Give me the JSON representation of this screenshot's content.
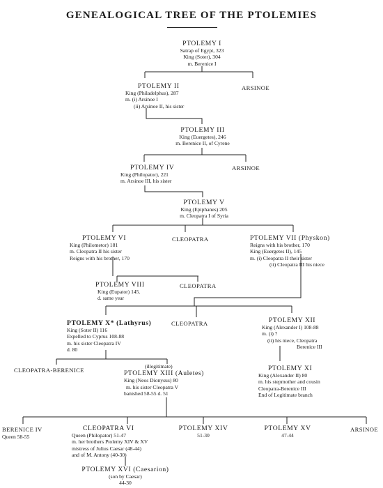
{
  "title": "GENEALOGICAL TREE OF THE PTOLEMIES",
  "nodes": {
    "ptolemy1": {
      "name": "PTOLEMY I",
      "lines": [
        "Satrap of Egypt, 323",
        "King (Soter), 304",
        "m. Berenice I"
      ]
    },
    "arsinoe1": {
      "name": "ARSINOE"
    },
    "ptolemy2": {
      "name": "PTOLEMY II",
      "lines": [
        "King (Philadelphus), 287",
        "m. (i) Arsinoe I",
        "(ii) Arsinoe II, his sister"
      ]
    },
    "ptolemy3": {
      "name": "PTOLEMY III",
      "lines": [
        "King (Euergetes), 246",
        "m. Berenice II, of Cyrene"
      ]
    },
    "ptolemy4": {
      "name": "PTOLEMY IV",
      "lines": [
        "King (Philopator), 221",
        "m. Arsinoe III, his sister"
      ]
    },
    "arsinoe2": {
      "name": "ARSINOE"
    },
    "ptolemy5": {
      "name": "PTOLEMY V",
      "lines": [
        "King (Epiphanes) 205",
        "m. Cleopatra I of Syria"
      ]
    },
    "ptolemy6": {
      "name": "PTOLEMY VI",
      "lines": [
        "King (Philometor) 181",
        "m. Cleopatra II his sister",
        "Reigns with his brother, 170"
      ]
    },
    "cleopatra1": {
      "name": "CLEOPATRA"
    },
    "ptolemy7": {
      "name": "PTOLEMY VII (Physkon)",
      "lines": [
        "Reigns with his brother, 170",
        "King (Euergetes II), 145",
        "m. (i) Cleopatra II their sister",
        "(ii) Cleopatra III his niece"
      ]
    },
    "ptolemy8": {
      "name": "PTOLEMY VIII",
      "lines": [
        "King (Eupator) 145.",
        "d. same year"
      ]
    },
    "cleopatra2": {
      "name": "CLEOPATRA"
    },
    "ptolemy10": {
      "name": "PTOLEMY X* (Lathyrus)",
      "lines": [
        "King (Soter II) 116",
        "Expelled to Cyprus 108-88",
        "m. his sister Cleopatra IV",
        "d. 80"
      ]
    },
    "cleopatra3": {
      "name": "CLEOPATRA"
    },
    "ptolemy12": {
      "name": "PTOLEMY XII",
      "lines": [
        "King (Alexander I) 108-88",
        "m. (i) ?",
        "(ii) his niece, Cleopatra",
        "Berenice III"
      ]
    },
    "cleoberenice": {
      "name": "CLEOPATRA-BERENICE"
    },
    "ptolemy13": {
      "pre": "(illegitimate)",
      "name": "PTOLEMY XIII (Auletes)",
      "lines": [
        "King (Neos Dionysus) 80",
        "m. his sister Cleopatra V",
        "banished 58-55 d. 51"
      ]
    },
    "ptolemy11": {
      "name": "PTOLEMY XI",
      "lines": [
        "King (Alexander II) 80",
        "m. his stepmother and cousin",
        "Cleopatra-Berenice III",
        "End of Legitimate branch"
      ]
    },
    "berenice4": {
      "name": "BERENICE IV",
      "lines": [
        "Queen 58-55"
      ]
    },
    "cleopatra6": {
      "name": "CLEOPATRA VI",
      "lines": [
        "Queen (Philopator) 51-47",
        "m. her brothers Ptolemy XIV & XV",
        "mistress of Julius Caesar (48-44)",
        "and of M. Antony (40-30)"
      ]
    },
    "ptolemy14": {
      "name": "PTOLEMY XIV",
      "lines": [
        "51-30"
      ]
    },
    "ptolemy15": {
      "name": "PTOLEMY XV",
      "lines": [
        "47-44"
      ]
    },
    "arsinoe3": {
      "name": "ARSINOE"
    },
    "ptolemy16": {
      "name": "PTOLEMY XVI (Caesarion)",
      "lines": [
        "(son by Caesar)",
        "44-30"
      ]
    }
  }
}
